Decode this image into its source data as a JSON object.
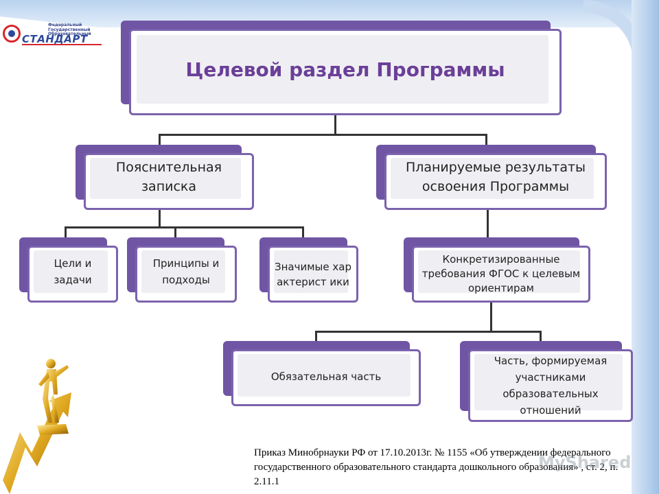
{
  "logo": {
    "small_text": "Федеральный\nГосударственный\nОбразовательный",
    "big_text": "СТАНДАРТ"
  },
  "title": "Целевой раздел Программы",
  "nodes": {
    "explanatory_note": "Пояснительная записка",
    "planned_results": "Планируемые результаты освоения Программы",
    "goals": "Цели и задачи",
    "principles": "Принципы и подходы",
    "characteristics": "Значимые характерист ики",
    "concretized": "Конкретизированные требования ФГОС к целевым ориентирам",
    "mandatory": "Обязательная часть",
    "participants": "Часть, формируемая участниками образовательных отношений"
  },
  "footer_text": "Приказ Минобрнауки РФ от 17.10.2013г. № 1155 «Об утверждении федерального государственного образовательного стандарта дошкольного образования» , ст. 2, п. 2.11.1",
  "watermark": "MyShared",
  "colors": {
    "accent": "#7b62ad",
    "shadow": "#6f55a3",
    "title": "#6b3f98"
  }
}
